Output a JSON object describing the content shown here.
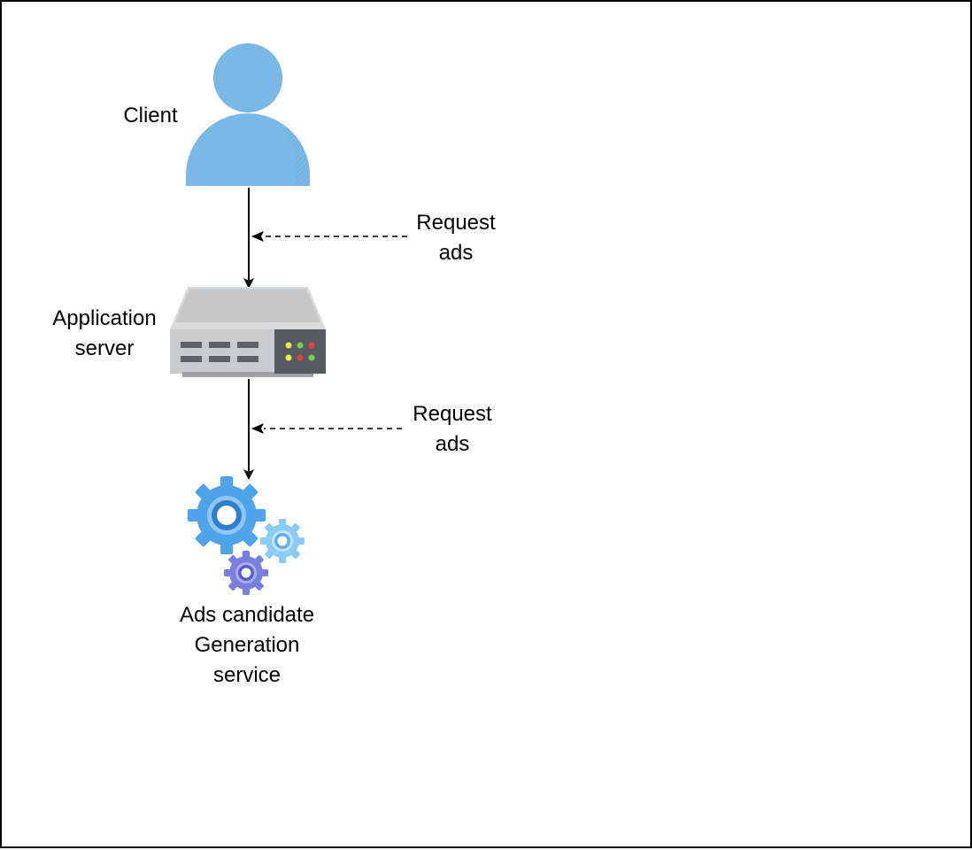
{
  "diagram": {
    "nodes": {
      "client": {
        "label": "Client",
        "icon": "user-icon"
      },
      "app_server": {
        "label_lines": [
          "Application",
          "server"
        ],
        "icon": "server-icon"
      },
      "ads_service": {
        "label_lines": [
          "Ads candidate",
          "Generation",
          "service"
        ],
        "icon": "gears-icon"
      }
    },
    "edges": [
      {
        "from": "client",
        "to": "app_server",
        "label_lines": [
          "Request",
          "ads"
        ]
      },
      {
        "from": "app_server",
        "to": "ads_service",
        "label_lines": [
          "Request",
          "ads"
        ]
      }
    ]
  },
  "colors": {
    "person": "#7ab8e6",
    "server_body": "#c9ccce",
    "server_panel": "#555b60",
    "gear_large": "#4fa3e8",
    "gear_small": "#8ccbf5",
    "gear_purple": "#7b7fe0"
  }
}
